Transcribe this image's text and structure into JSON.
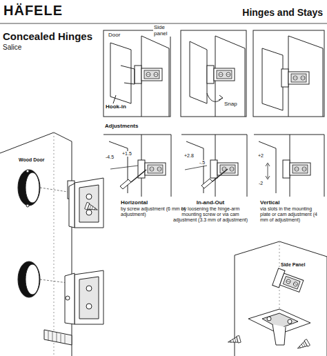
{
  "diagram": {
    "title": "Concealed Hinges",
    "labels": [
      "HÄFELE",
      "Hinges and Stays",
      "Salice",
      "Door",
      "Side panel",
      "Hook-in",
      "Snap",
      "Adjustments",
      "-4.5",
      "+1.5",
      "+2.8",
      "-.5",
      "+2",
      "-2",
      "Horizontal",
      "by screw adjustment (6 mm of adjustment)",
      "In-and-Out",
      "by loosening the hinge-arm mounting screw or via cam adjustment (3.3 mm of adjustment)",
      "Vertical",
      "via slots in the mounting plate or cam adjustment (4 mm of adjustment)",
      "Wood Door",
      "Side Panel"
    ]
  }
}
